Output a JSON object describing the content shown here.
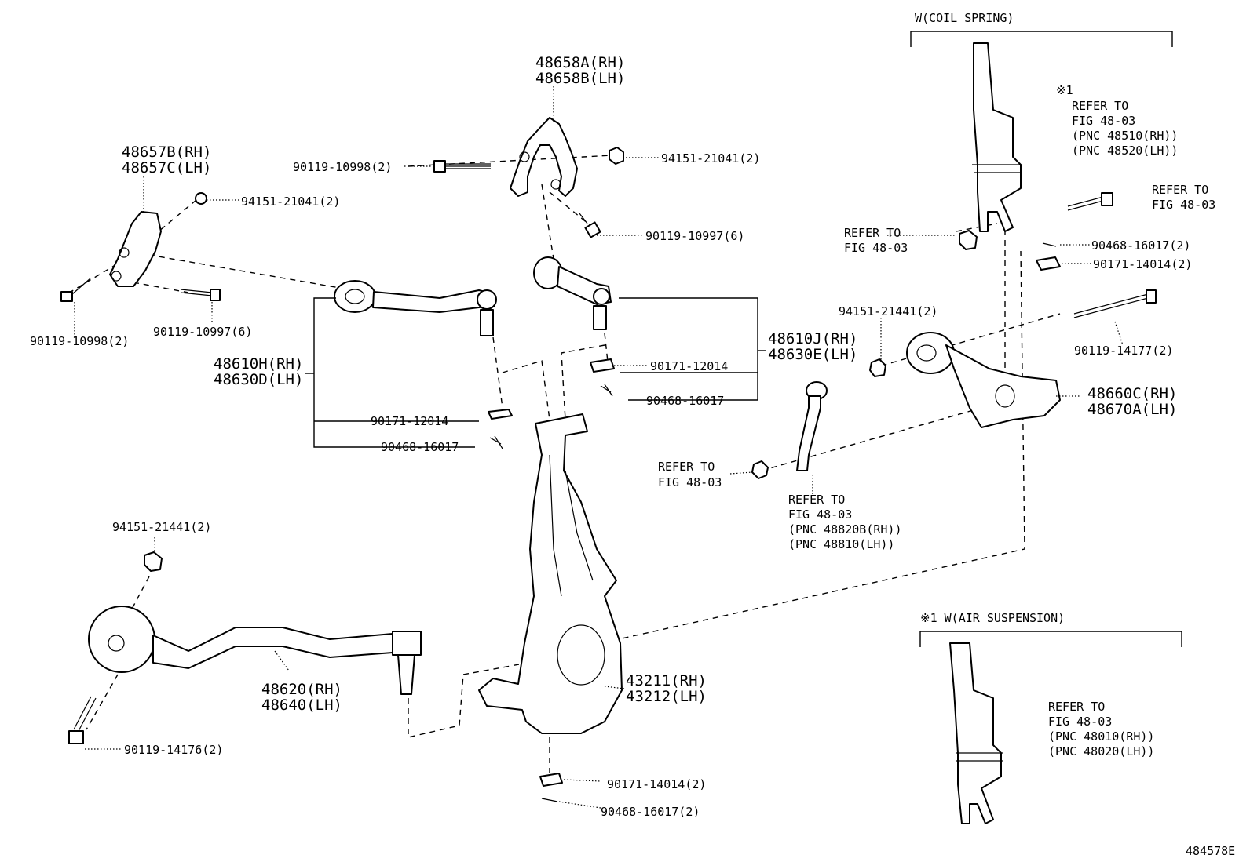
{
  "labels": {
    "upper_bracket_rh": "48658A(RH)",
    "upper_bracket_lh": "48658B(LH)",
    "bracket_rh": "48657B(RH)",
    "bracket_lh": "48657C(LH)",
    "bolt_10998_top": "90119-10998(2)",
    "nut_21041_top": "94151-21041(2)",
    "nut_21041_left": "94151-21041(2)",
    "bolt_10997_top": "90119-10997(6)",
    "bolt_10998_left": "90119-10998(2)",
    "bolt_10997_left": "90119-10997(6)",
    "arm_48610h_rh": "48610H(RH)",
    "arm_48630d_lh": "48630D(LH)",
    "nut_12014_left": "90171-12014",
    "pin_16017_left": "90468-16017",
    "arm_48610j_rh": "48610J(RH)",
    "arm_48630e_lh": "48630E(LH)",
    "nut_12014_right": "90171-12014",
    "pin_16017_right": "90468-16017",
    "coil_spring_header": "W(COIL SPRING)",
    "note_mark": "※1",
    "refer_to_1": "REFER TO",
    "fig_1": "FIG 48-03",
    "pnc_48510": "(PNC 48510(RH))",
    "pnc_48520": "(PNC 48520(LH))",
    "refer_to_2": "REFER TO",
    "fig_2": "FIG 48-03",
    "refer_to_3": "REFER TO",
    "fig_3": "FIG 48-03",
    "pin_16017_2": "90468-16017(2)",
    "nut_14014_top": "90171-14014(2)",
    "nut_21441_right": "94151-21441(2)",
    "bolt_14177": "90119-14177(2)",
    "arm_48660c_rh": "48660C(RH)",
    "arm_48670a_lh": "48670A(LH)",
    "refer_to_4": "REFER TO",
    "fig_4": "FIG 48-03",
    "refer_to_5": "REFER TO",
    "fig_5": "FIG 48-03",
    "pnc_48820b": "(PNC 48820B(RH))",
    "pnc_48810": "(PNC 48810(LH))",
    "nut_21441_left": "94151-21441(2)",
    "arm_48620_rh": "48620(RH)",
    "arm_48640_lh": "48640(LH)",
    "knuckle_43211_rh": "43211(RH)",
    "knuckle_43212_lh": "43212(LH)",
    "bolt_14176": "90119-14176(2)",
    "nut_14014_bottom": "90171-14014(2)",
    "pin_16017_bottom": "90468-16017(2)",
    "air_suspension_header": "※1 W(AIR SUSPENSION)",
    "refer_to_6": "REFER TO",
    "fig_6": "FIG 48-03",
    "pnc_48010": "(PNC 48010(RH))",
    "pnc_48020": "(PNC 48020(LH))",
    "figure_number": "484578E"
  }
}
